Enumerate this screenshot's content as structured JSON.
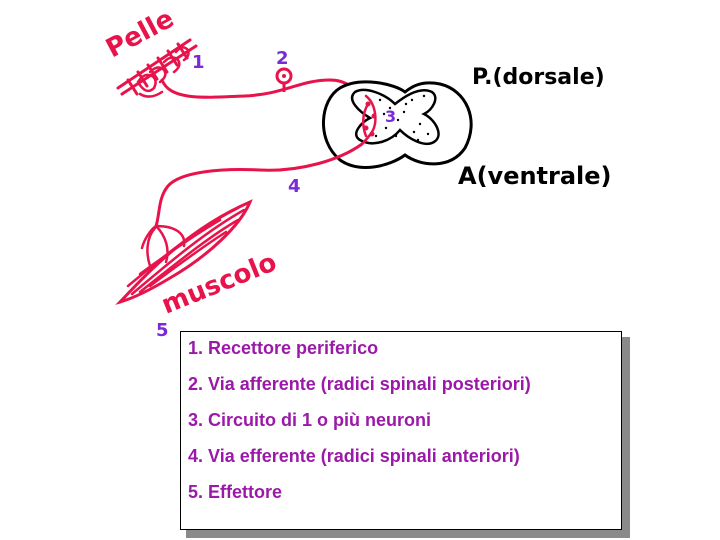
{
  "colors": {
    "red": "#e8134a",
    "black": "#000000",
    "purple": "#7a2ad6",
    "legend_text": "#9b19a8"
  },
  "labels": {
    "skin": "Pelle",
    "posterior": "P.(dorsale)",
    "anterior": "A(ventrale)",
    "muscle": "muscolo",
    "num1": "1",
    "num2": "2",
    "num3": "3",
    "num4": "4",
    "num5": "5"
  },
  "legend": {
    "items": [
      "1. Recettore periferico",
      "2. Via afferente (radici spinali posteriori)",
      "3. Circuito di 1 o più neuroni",
      "4. Via efferente (radici spinali anteriori)",
      "5. Effettore"
    ]
  }
}
